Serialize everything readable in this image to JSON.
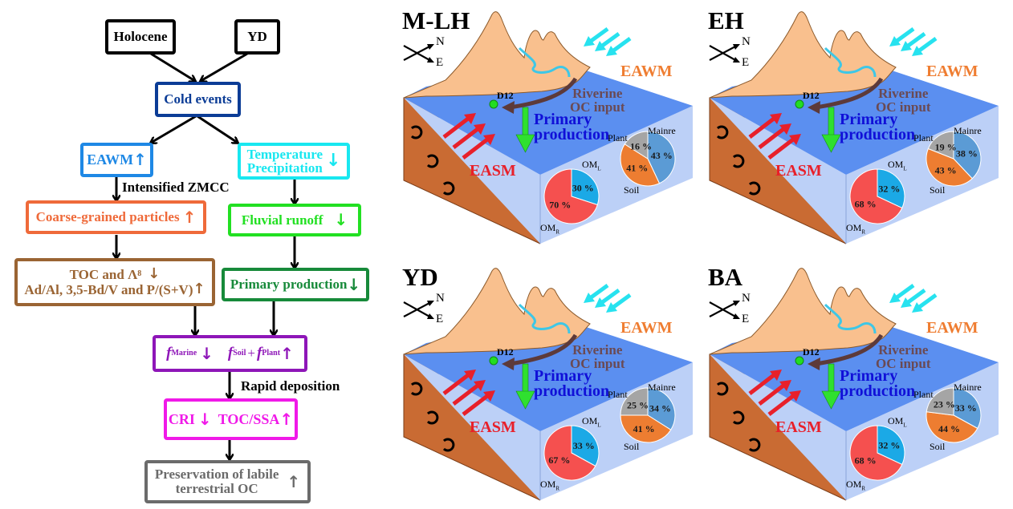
{
  "flowchart": {
    "holocene": "Holocene",
    "yd": "YD",
    "cold_events": "Cold events",
    "eawm": "EAWM",
    "temp_line1": "Temperature",
    "temp_line2": "Precipitation",
    "intensified": "Intensified ZMCC",
    "coarse": "Coarse-grained particles",
    "fluvial": "Fluvial runoff",
    "toc_line1": "TOC and Λ",
    "toc_line1_sub": "8",
    "toc_line2": "Ad/Al, 3,5-Bd/V and P/(S+V)",
    "primary": "Primary production",
    "f_marine": "f",
    "f_marine_sub": "Marine",
    "f_soil": "f",
    "f_soil_sub": "Soil",
    "plus": "+",
    "f_plant": "f",
    "f_plant_sub": "Plant",
    "rapid": "Rapid deposition",
    "cri": "CRI",
    "toc_ssa": "TOC/SSA",
    "pres_line1": "Preservation of labile",
    "pres_line2": "terrestrial OC",
    "up": "↑",
    "down": "↓",
    "colors": {
      "black": "#000000",
      "cold": "#0b3c96",
      "eawm": "#1e88e5",
      "temp": "#18e7f0",
      "coarse": "#ef6a3a",
      "fluvial": "#22e022",
      "toc": "#9a6433",
      "primary": "#178a3a",
      "fmix": "#8e16b8",
      "cri": "#f019e8",
      "pres": "#6b6b6b"
    }
  },
  "common": {
    "north": "N",
    "east": "E",
    "site": "D12",
    "eawm": "EAWM",
    "easm": "EASM",
    "riverine1": "Riverine",
    "riverine2": "OC input",
    "primary1": "Primary",
    "primary2": "production",
    "oml": "OM",
    "oml_sub": "L",
    "omr": "OM",
    "omr_sub": "R",
    "mainre": "Mainre",
    "plant": "Plant",
    "soil": "Soil"
  },
  "panels": [
    {
      "title": "M-LH",
      "om_l": 30,
      "om_r": 70,
      "marine": 43,
      "soil": 41,
      "plant": 16
    },
    {
      "title": "EH",
      "om_l": 32,
      "om_r": 68,
      "marine": 38,
      "soil": 43,
      "plant": 19
    },
    {
      "title": "YD",
      "om_l": 33,
      "om_r": 67,
      "marine": 34,
      "soil": 41,
      "plant": 25
    },
    {
      "title": "BA",
      "om_l": 32,
      "om_r": 68,
      "marine": 33,
      "soil": 44,
      "plant": 23
    }
  ],
  "pie_colors": {
    "om_l": "#1ba9e6",
    "om_r": "#f5504f",
    "marine": "#5b9bd5",
    "soil": "#ed7d31",
    "plant": "#a5a5a5"
  },
  "percent_suffix": " %",
  "chart_data": [
    {
      "type": "pie",
      "title": "M-LH OM composition",
      "categories": [
        "OM_L",
        "OM_R"
      ],
      "values": [
        30,
        70
      ]
    },
    {
      "type": "pie",
      "title": "M-LH OC source",
      "categories": [
        "Mainre",
        "Soil",
        "Plant"
      ],
      "values": [
        43,
        41,
        16
      ]
    },
    {
      "type": "pie",
      "title": "EH OM composition",
      "categories": [
        "OM_L",
        "OM_R"
      ],
      "values": [
        32,
        68
      ]
    },
    {
      "type": "pie",
      "title": "EH OC source",
      "categories": [
        "Mainre",
        "Soil",
        "Plant"
      ],
      "values": [
        38,
        43,
        19
      ]
    },
    {
      "type": "pie",
      "title": "YD OM composition",
      "categories": [
        "OM_L",
        "OM_R"
      ],
      "values": [
        33,
        67
      ]
    },
    {
      "type": "pie",
      "title": "YD OC source",
      "categories": [
        "Mainre",
        "Soil",
        "Plant"
      ],
      "values": [
        34,
        41,
        25
      ]
    },
    {
      "type": "pie",
      "title": "BA OM composition",
      "categories": [
        "OM_L",
        "OM_R"
      ],
      "values": [
        32,
        68
      ]
    },
    {
      "type": "pie",
      "title": "BA OC source",
      "categories": [
        "Mainre",
        "Soil",
        "Plant"
      ],
      "values": [
        33,
        44,
        23
      ]
    }
  ]
}
